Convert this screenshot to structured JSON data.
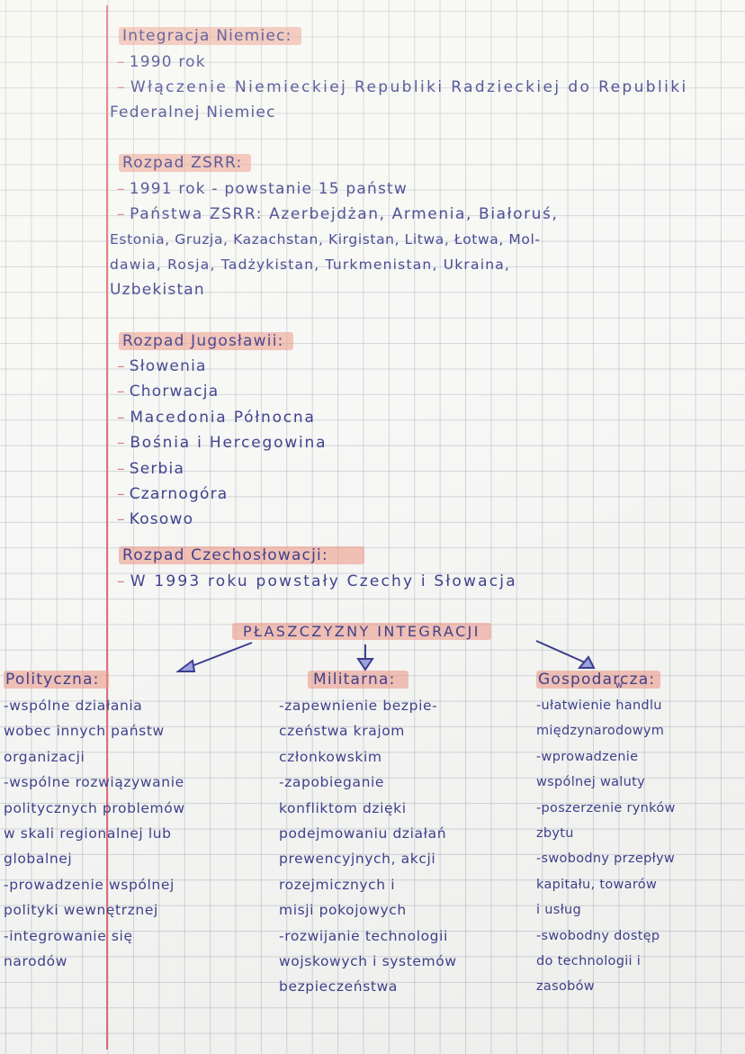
{
  "sections": {
    "niemcy": {
      "title": "Integracja Niemiec:",
      "lines": [
        "1990 rok",
        "Włączenie Niemieckiej Republiki Radzieckiej do Republiki",
        "Federalnej Niemiec"
      ]
    },
    "zsrr": {
      "title": "Rozpad ZSRR:",
      "lines": [
        "1991 rok - powstanie 15 państw",
        "Państwa ZSRR: Azerbejdżan, Armenia, Białoruś,",
        "Estonia, Gruzja, Kazachstan, Kirgistan, Litwa, Łotwa, Mol-",
        "dawia, Rosja, Tadżykistan, Turkmenistan, Ukraina,",
        "Uzbekistan"
      ]
    },
    "jugoslawia": {
      "title": "Rozpad Jugosławii:",
      "items": [
        "Słowenia",
        "Chorwacja",
        "Macedonia Północna",
        "Bośnia i Hercegowina",
        "Serbia",
        "Czarnogóra",
        "Kosowo"
      ]
    },
    "czechoslowacja": {
      "title": "Rozpad Czechosłowacji:",
      "lines": [
        "W 1993 roku powstały Czechy i Słowacja"
      ]
    }
  },
  "diagram": {
    "title": "PŁASZCZYZNY INTEGRACJI",
    "arrow_color": "#3d3f8f",
    "highlight_color": "#ee9682",
    "columns": {
      "polityczna": {
        "title": "Polityczna:",
        "lines": [
          "-wspólne działania",
          "wobec innych państw",
          "organizacji",
          "-wspólne rozwiązywanie",
          "politycznych problemów",
          "w skali regionalnej lub",
          "globalnej",
          "-prowadzenie wspólnej",
          "polityki wewnętrznej",
          "-integrowanie się",
          "narodów"
        ]
      },
      "militarna": {
        "title": "Militarna:",
        "lines": [
          "-zapewnienie bezpie-",
          "czeństwa krajom",
          "członkowskim",
          "-zapobieganie",
          "konfliktom dzięki",
          "podejmowaniu działań",
          "prewencyjnych, akcji",
          "rozejmicznych i",
          "misji pokojowych",
          "-rozwijanie technologii",
          "wojskowych i systemów",
          "bezpieczeństwa"
        ]
      },
      "gospodarcza": {
        "title": "Gospodarcza:",
        "lines": [
          "-ułatwienie handlu",
          "międzynarodowym",
          "-wprowadzenie",
          "wspólnej waluty",
          "-poszerzenie rynków",
          "zbytu",
          "-swobodny przepływ",
          "kapitału, towarów",
          "i usług",
          "-swobodny dostęp",
          "do technologii i",
          "zasobów"
        ],
        "superscript_note": "w"
      }
    }
  },
  "paper": {
    "grid_color": "#a0a8b4",
    "margin_color": "#e0707a",
    "ink_color": "#40428e"
  }
}
